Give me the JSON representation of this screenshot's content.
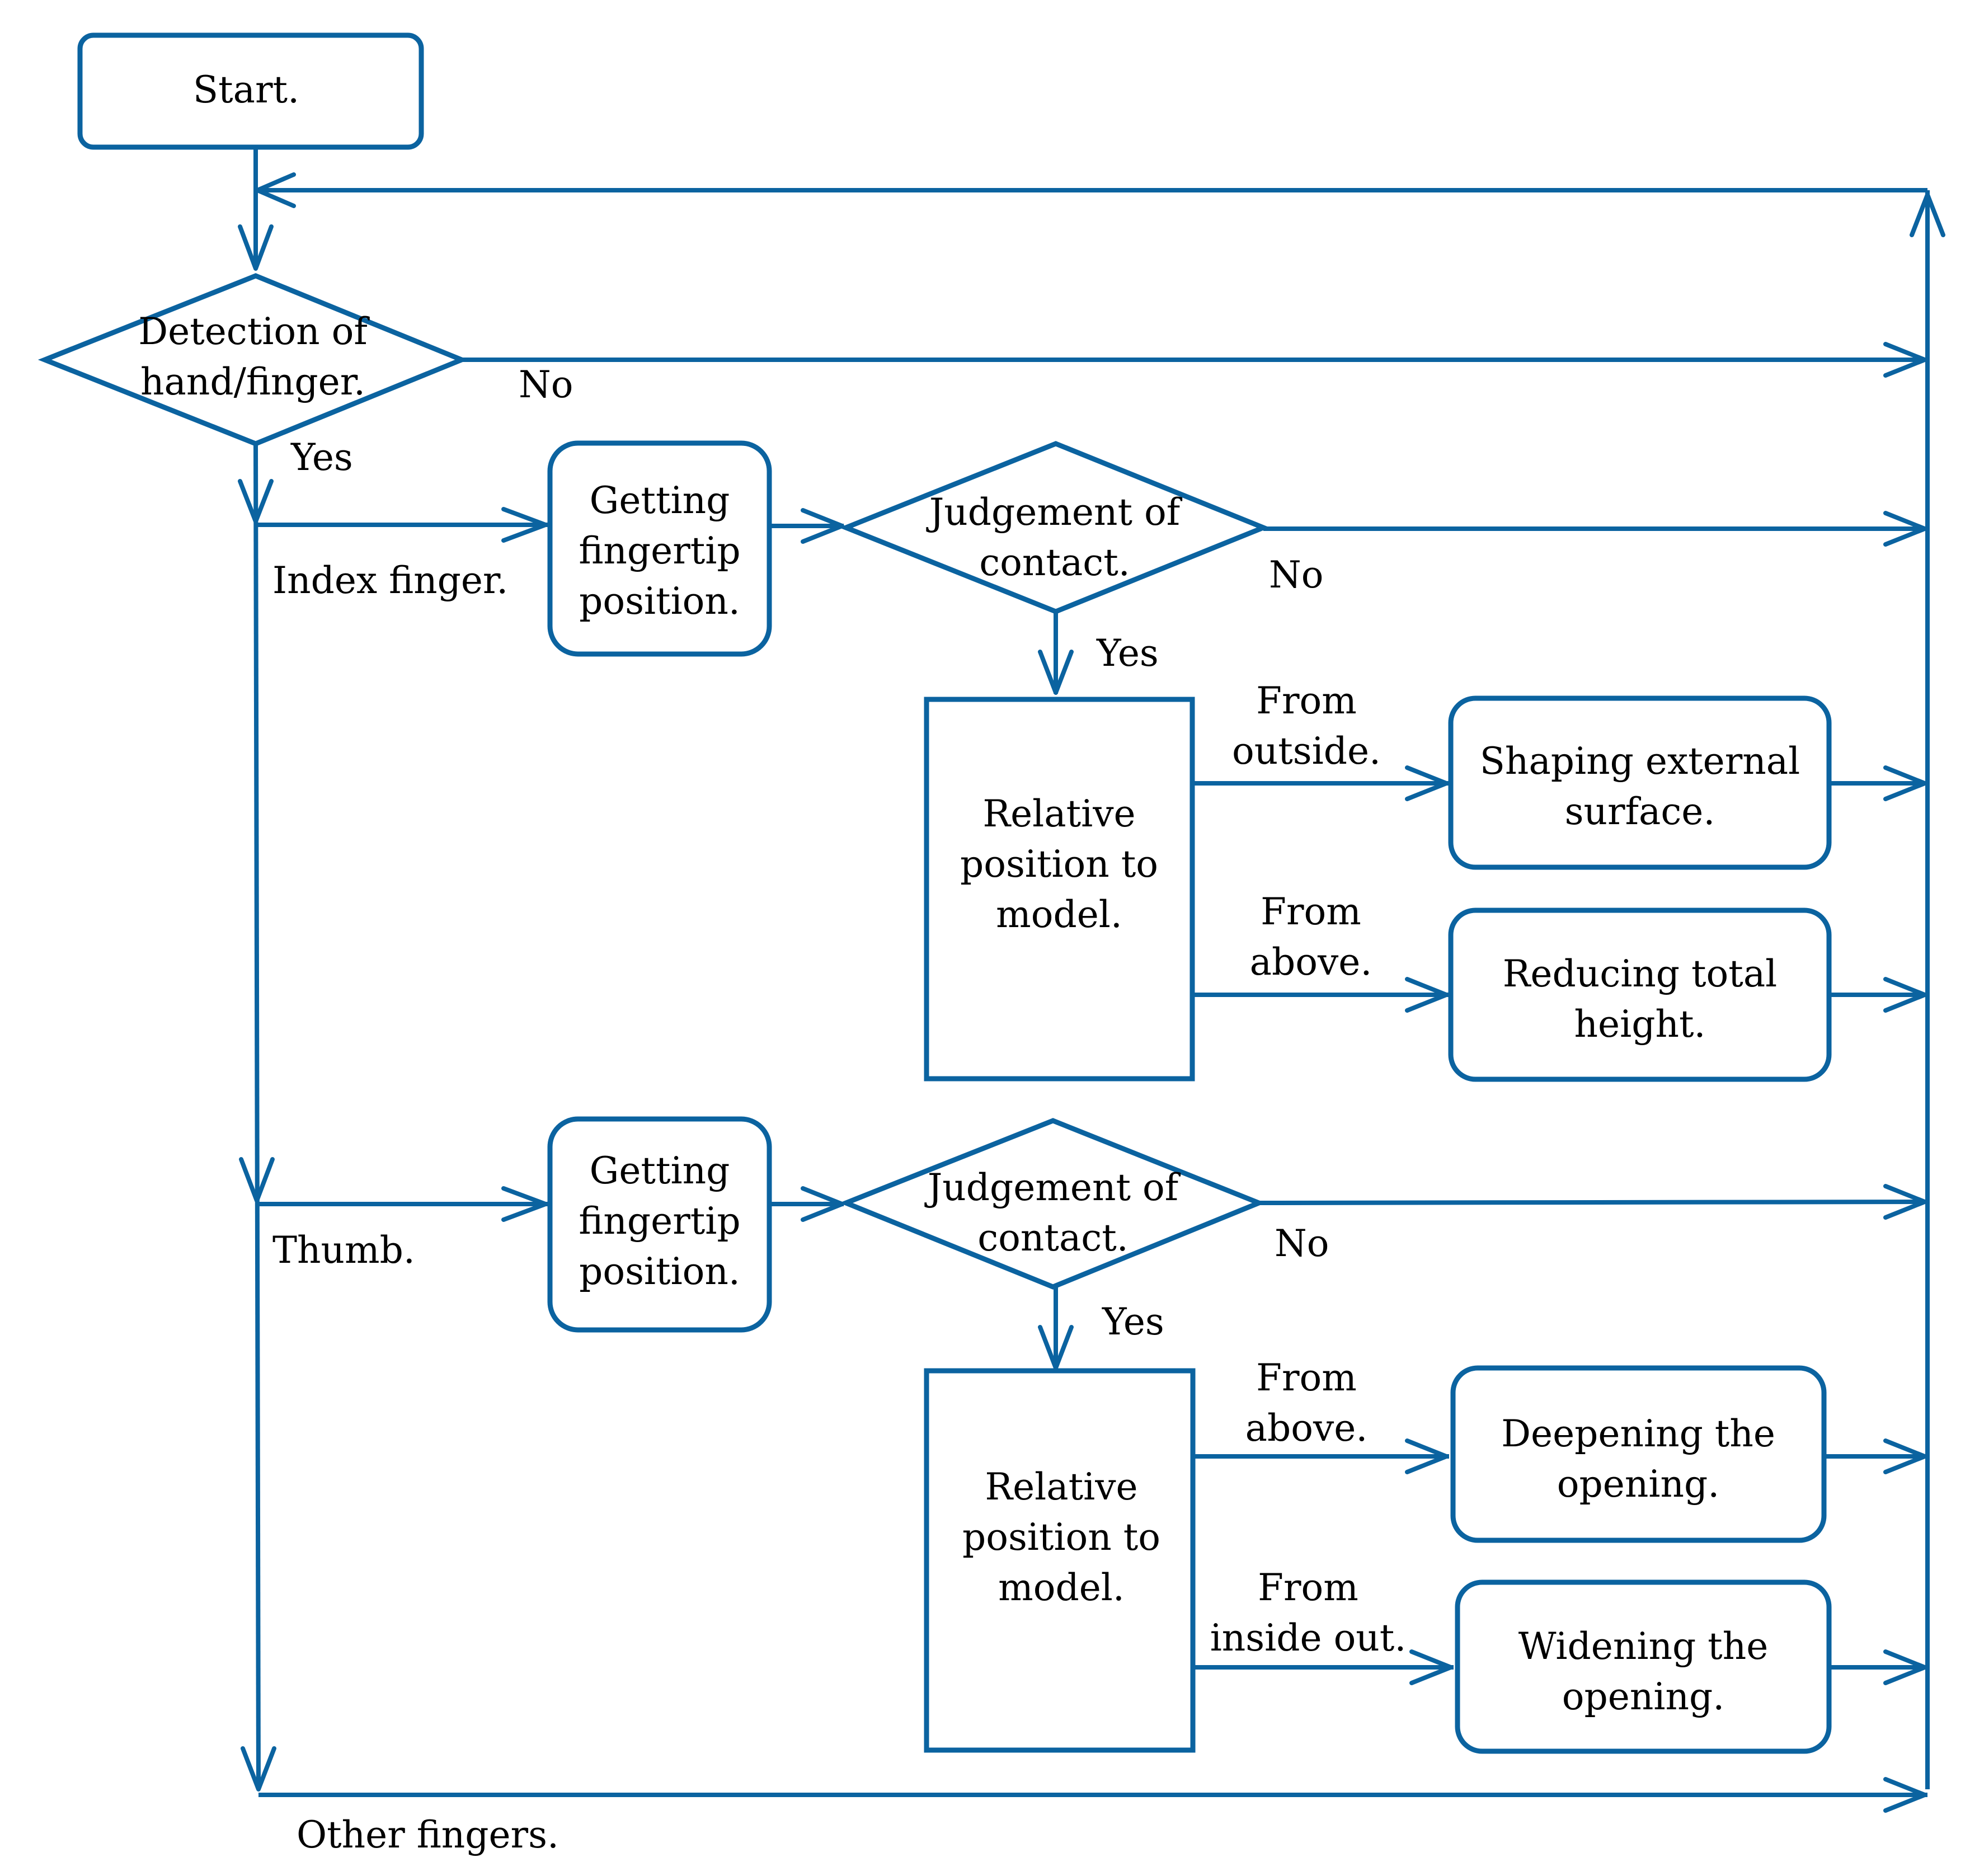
{
  "colors": {
    "stroke": "#0b63a0",
    "text": "#000000",
    "background": "#ffffff"
  },
  "nodes": {
    "start": "Start.",
    "detection": [
      "Detection of",
      "hand/finger."
    ],
    "getting_1": [
      "Getting",
      "fingertip",
      "position."
    ],
    "judgement_1": [
      "Judgement of",
      "contact."
    ],
    "relative_1": [
      "Relative",
      "position to",
      "model."
    ],
    "shaping": [
      "Shaping external",
      "surface."
    ],
    "reducing": [
      "Reducing total",
      "height."
    ],
    "getting_2": [
      "Getting",
      "fingertip",
      "position."
    ],
    "judgement_2": [
      "Judgement of",
      "contact."
    ],
    "relative_2": [
      "Relative",
      "position to",
      "model."
    ],
    "deepening": [
      "Deepening the",
      "opening."
    ],
    "widening": [
      "Widening the",
      "opening."
    ]
  },
  "labels": {
    "detection_no": "No",
    "detection_yes": "Yes",
    "index_finger": "Index finger.",
    "judgement_1_no": "No",
    "judgement_1_yes": "Yes",
    "from_outside": [
      "From",
      "outside."
    ],
    "from_above_1": [
      "From",
      "above."
    ],
    "thumb": "Thumb.",
    "judgement_2_no": "No",
    "judgement_2_yes": "Yes",
    "from_above_2": [
      "From",
      "above."
    ],
    "from_inside_out": [
      "From",
      "inside out."
    ],
    "other_fingers": "Other fingers."
  }
}
